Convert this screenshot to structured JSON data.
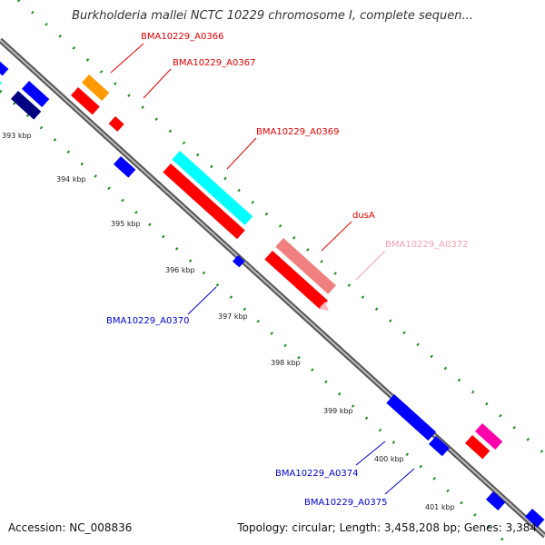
{
  "title": "Burkholderia mallei NCTC 10229 chromosome I, complete sequen...",
  "footer": {
    "accession": "Accession: NC_008836",
    "topology": "Topology: circular; Length: 3,458,208 bp; Genes: 3,384"
  },
  "ticks": [
    "393 kbp",
    "394 kbp",
    "395 kbp",
    "396 kbp",
    "397 kbp",
    "398 kbp",
    "399 kbp",
    "400 kbp",
    "401 kbp"
  ],
  "gene_labels": [
    {
      "text": "BMA10229_A0366",
      "color": "#e00000"
    },
    {
      "text": "BMA10229_A0367",
      "color": "#e00000"
    },
    {
      "text": "BMA10229_A0369",
      "color": "#e00000"
    },
    {
      "text": "dusA",
      "color": "#e00000"
    },
    {
      "text": "BMA10229_A0372",
      "color": "#f4a0b0"
    },
    {
      "text": "BMA10229_A0370",
      "color": "#0000cc"
    },
    {
      "text": "BMA10229_A0374",
      "color": "#0000cc"
    },
    {
      "text": "BMA10229_A0375",
      "color": "#0000cc"
    }
  ],
  "colors": {
    "backbone": "#808080",
    "dots": "#1a8a1a",
    "red_gene": "#ff0000",
    "blue_gene": "#0000ff",
    "navy_gene": "#000080",
    "cyan_gene": "#00ffff",
    "orange_gene": "#ff9900",
    "salmon_gene": "#f08080",
    "pink_gene": "#ffb6c1",
    "magenta_gene": "#ff00aa"
  }
}
